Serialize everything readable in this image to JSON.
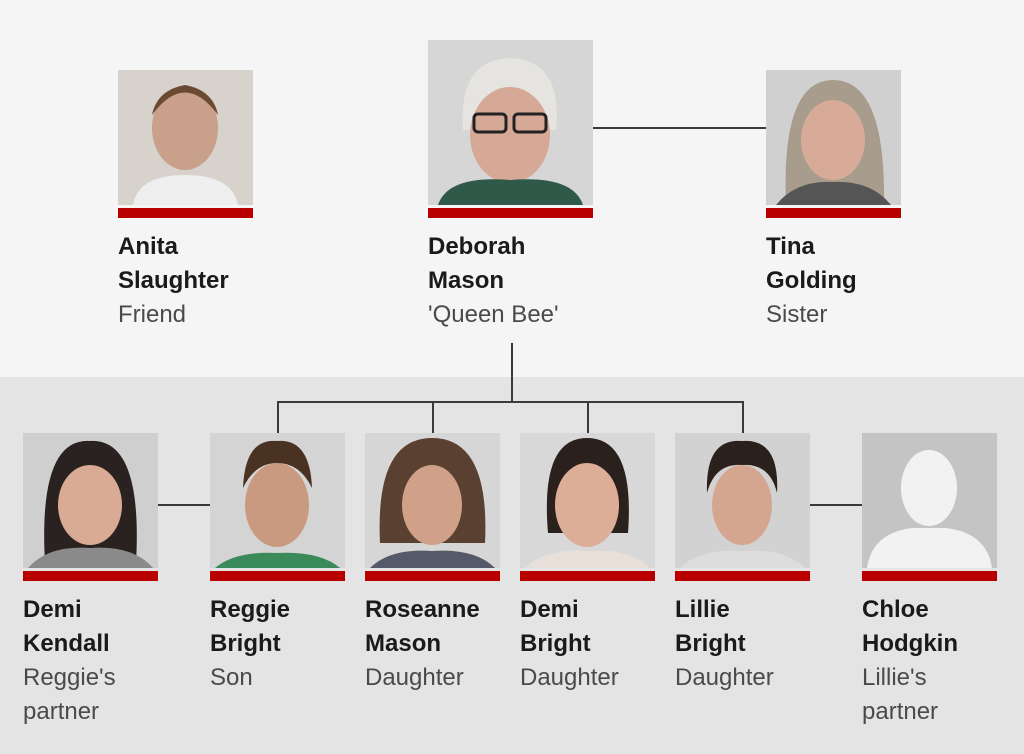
{
  "colors": {
    "accent": "#b80000",
    "top_bg": "#f5f5f5",
    "bottom_bg": "#e4e4e4"
  },
  "top": [
    {
      "first": "Anita",
      "last": "Slaughter",
      "role": "Friend"
    },
    {
      "first": "Deborah",
      "last": "Mason",
      "role": "'Queen Bee'"
    },
    {
      "first": "Tina",
      "last": "Golding",
      "role": "Sister"
    }
  ],
  "bottom": [
    {
      "first": "Demi",
      "last": "Kendall",
      "role": "Reggie's",
      "role2": "partner"
    },
    {
      "first": "Reggie",
      "last": "Bright",
      "role": "Son"
    },
    {
      "first": "Roseanne",
      "last": "Mason",
      "role": "Daughter"
    },
    {
      "first": "Demi",
      "last": "Bright",
      "role": "Daughter"
    },
    {
      "first": "Lillie",
      "last": "Bright",
      "role": "Daughter"
    },
    {
      "first": "Chloe",
      "last": "Hodgkin",
      "role": "Lillie's",
      "role2": "partner"
    }
  ]
}
